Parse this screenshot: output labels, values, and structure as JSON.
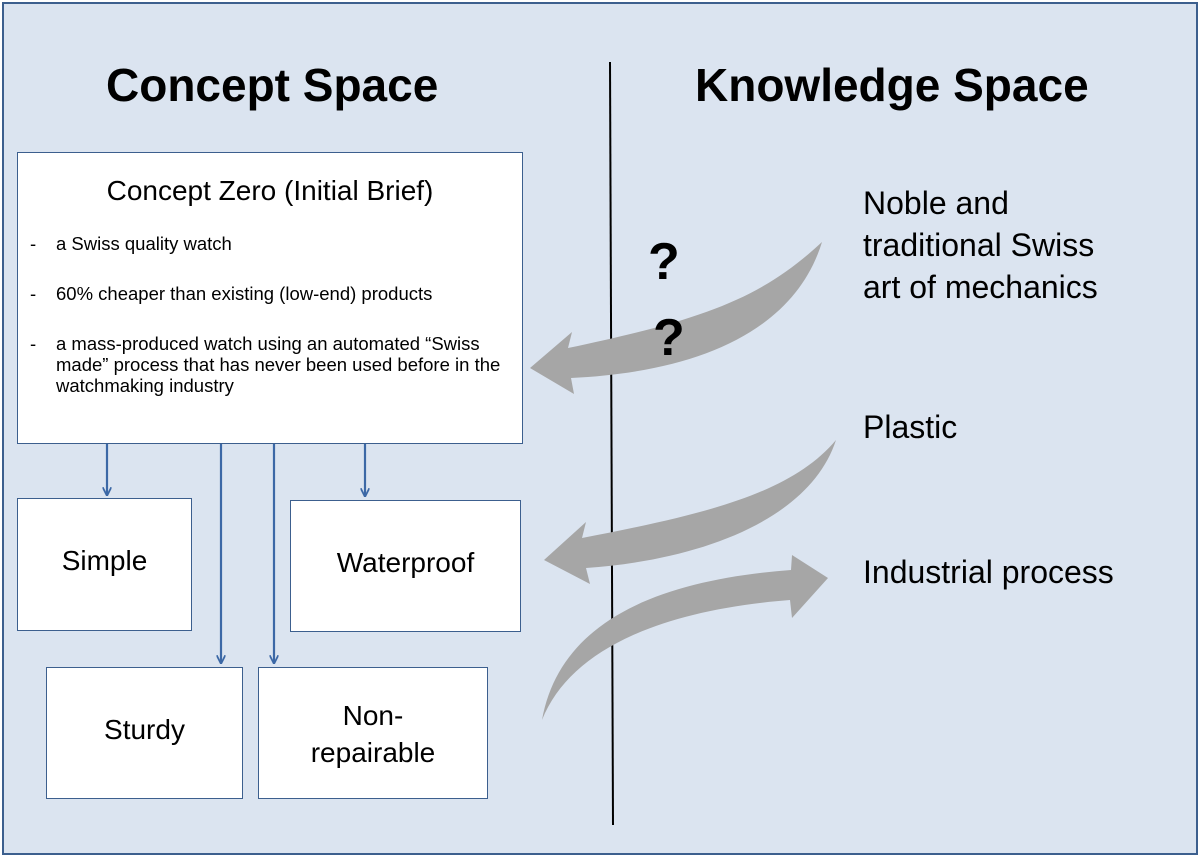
{
  "headings": {
    "concept": "Concept Space",
    "knowledge": "Knowledge Space"
  },
  "brief": {
    "title": "Concept Zero (Initial Brief)",
    "bullets": [
      "a Swiss quality watch",
      "60% cheaper than existing (low-end) products",
      "a mass-produced watch using an automated “Swiss made” process that has never been used before in the watchmaking industry"
    ]
  },
  "attributes": {
    "simple": "Simple",
    "waterproof": "Waterproof",
    "sturdy": "Sturdy",
    "non_repairable_line1": "Non-",
    "non_repairable_line2": "repairable"
  },
  "knowledge": {
    "noble_line1": "Noble and",
    "noble_line2": "traditional Swiss",
    "noble_line3": "art of mechanics",
    "plastic": "Plastic",
    "industrial": "Industrial process"
  },
  "question_marks": [
    "?",
    "?"
  ],
  "colors": {
    "background": "#dbe4f0",
    "border": "#3c5f8e",
    "connector": "#3c68a6",
    "flow_arrow": "#a6a6a6"
  }
}
